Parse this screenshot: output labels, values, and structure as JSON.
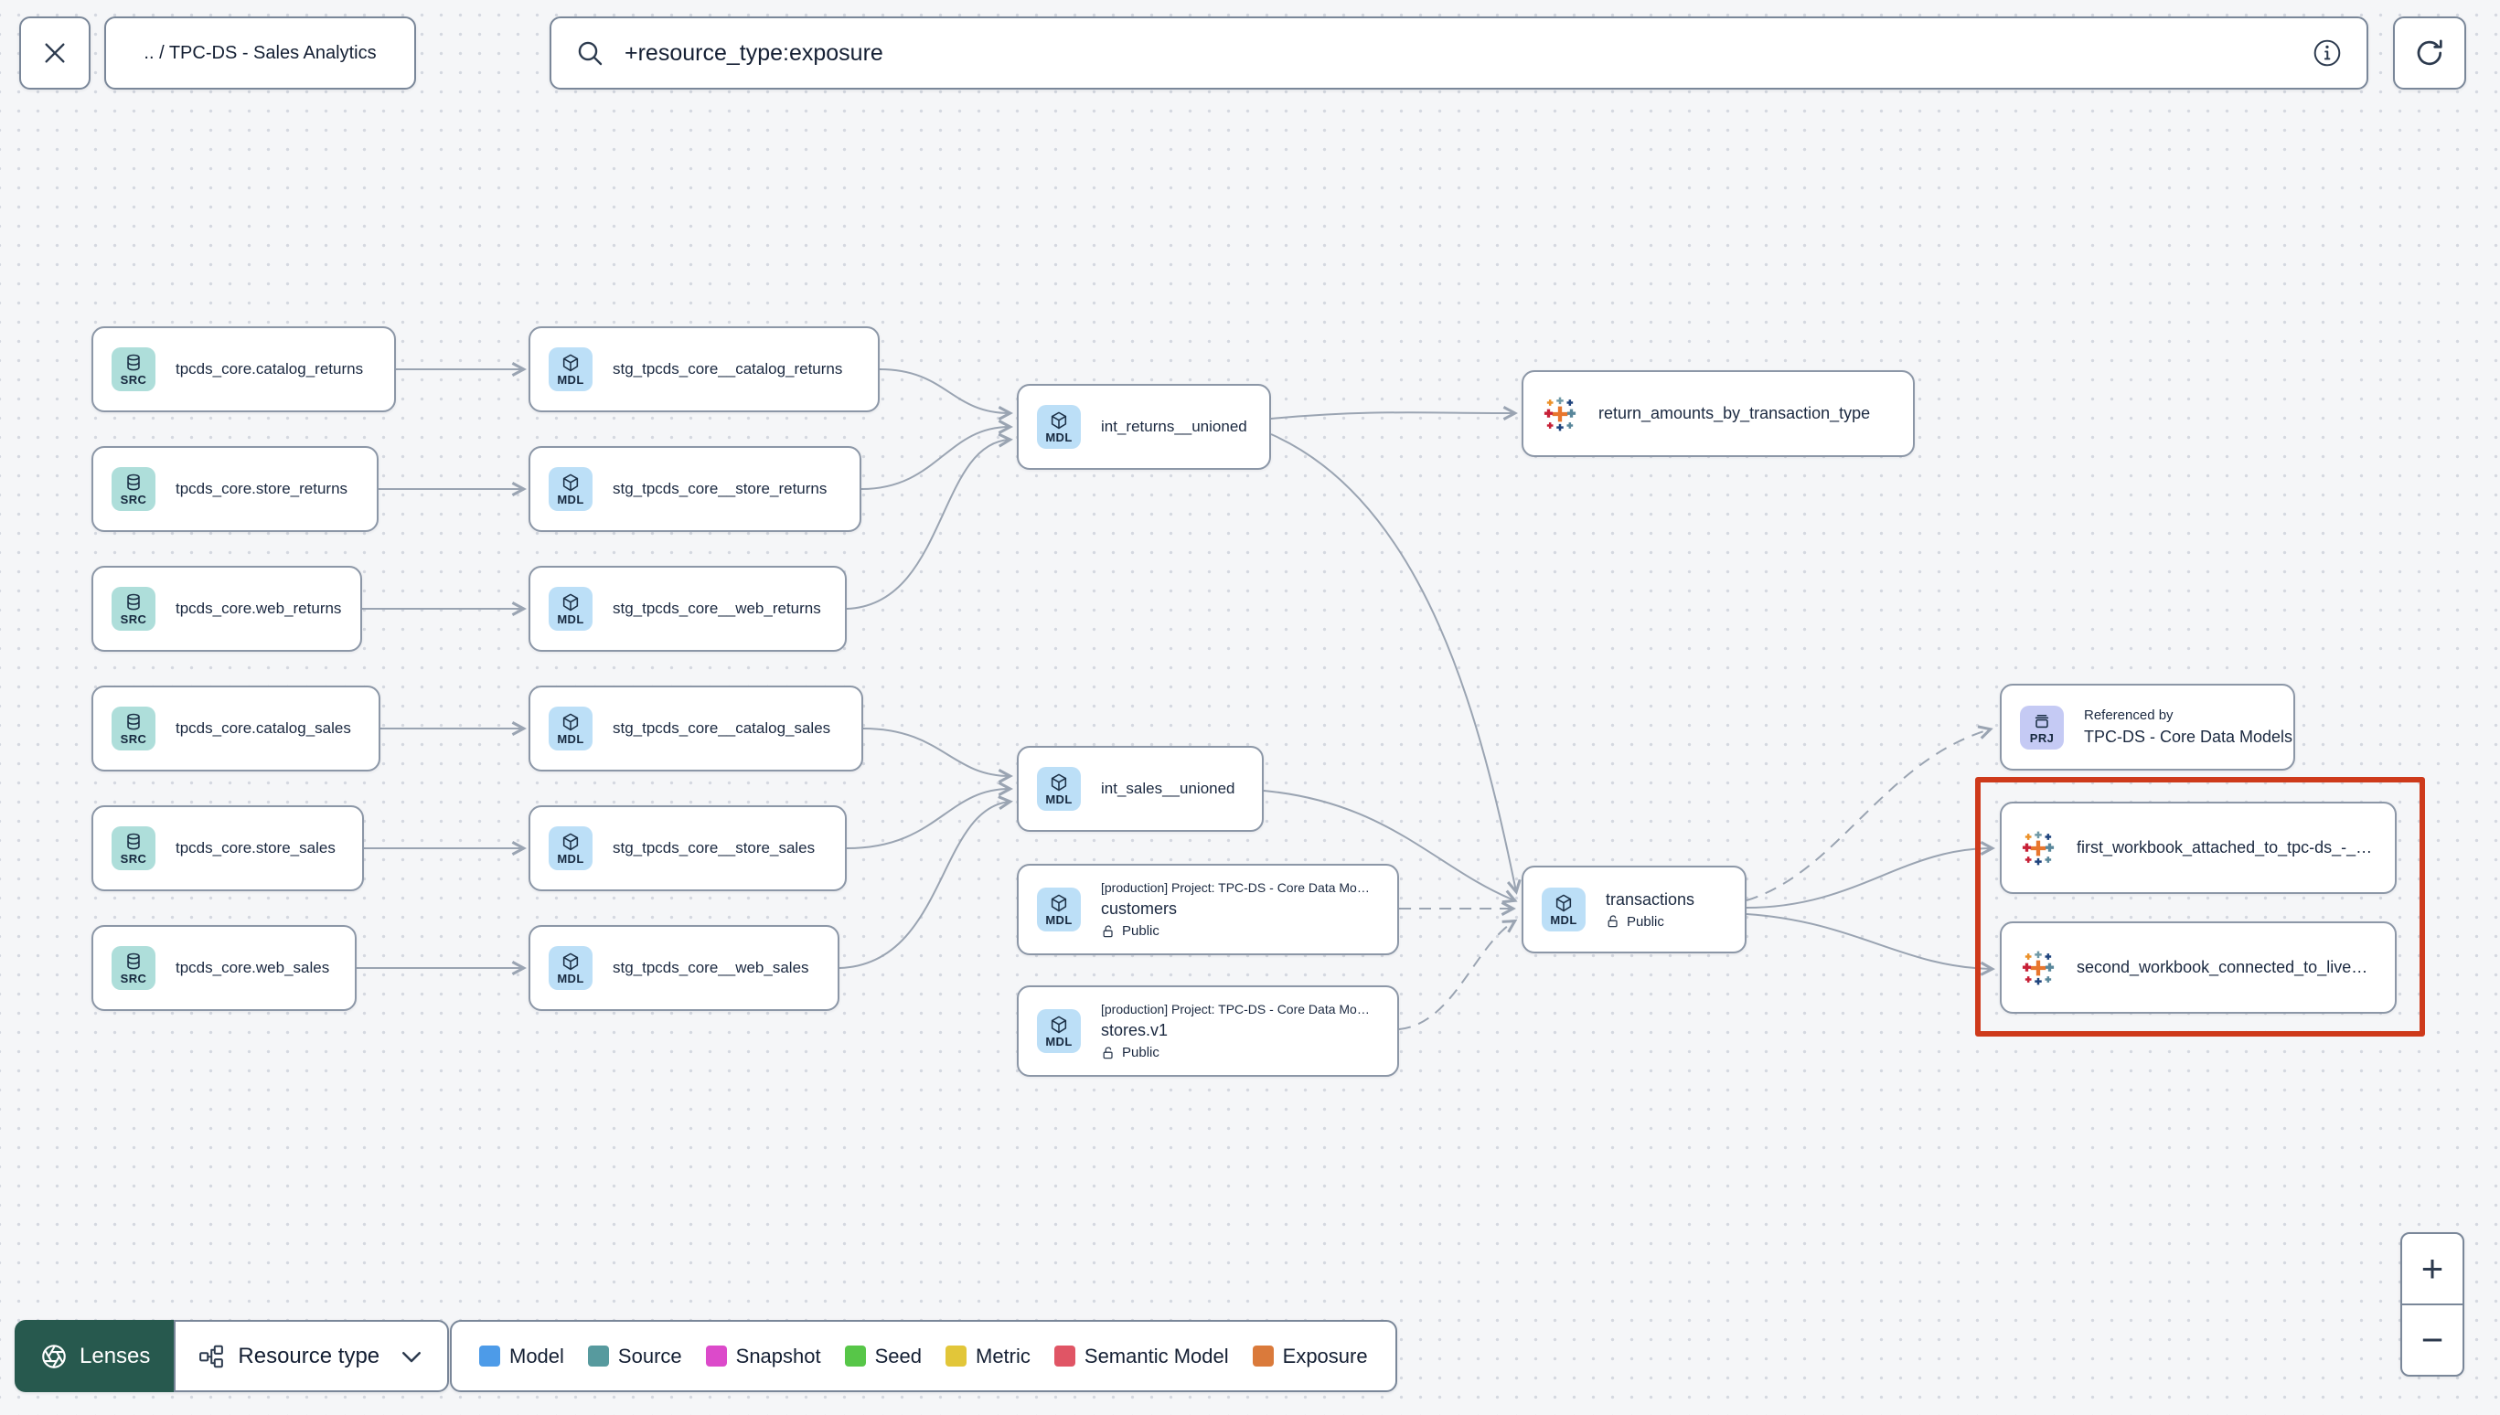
{
  "header": {
    "close": "×",
    "breadcrumb": ".. / TPC-DS - Sales Analytics",
    "search_value": "+resource_type:exposure"
  },
  "nodes": {
    "src_catalog_returns": {
      "badge": "SRC",
      "label": "tpcds_core.catalog_returns"
    },
    "src_store_returns": {
      "badge": "SRC",
      "label": "tpcds_core.store_returns"
    },
    "src_web_returns": {
      "badge": "SRC",
      "label": "tpcds_core.web_returns"
    },
    "src_catalog_sales": {
      "badge": "SRC",
      "label": "tpcds_core.catalog_sales"
    },
    "src_store_sales": {
      "badge": "SRC",
      "label": "tpcds_core.store_sales"
    },
    "src_web_sales": {
      "badge": "SRC",
      "label": "tpcds_core.web_sales"
    },
    "stg_catalog_returns": {
      "badge": "MDL",
      "label": "stg_tpcds_core__catalog_returns"
    },
    "stg_store_returns": {
      "badge": "MDL",
      "label": "stg_tpcds_core__store_returns"
    },
    "stg_web_returns": {
      "badge": "MDL",
      "label": "stg_tpcds_core__web_returns"
    },
    "stg_catalog_sales": {
      "badge": "MDL",
      "label": "stg_tpcds_core__catalog_sales"
    },
    "stg_store_sales": {
      "badge": "MDL",
      "label": "stg_tpcds_core__store_sales"
    },
    "stg_web_sales": {
      "badge": "MDL",
      "label": "stg_tpcds_core__web_sales"
    },
    "int_returns": {
      "badge": "MDL",
      "label": "int_returns__unioned"
    },
    "int_sales": {
      "badge": "MDL",
      "label": "int_sales__unioned"
    },
    "customers": {
      "badge": "MDL",
      "project": "[production] Project: TPC-DS - Core Data Mo…",
      "label": "customers",
      "access": "Public"
    },
    "stores": {
      "badge": "MDL",
      "project": "[production] Project: TPC-DS - Core Data Mo…",
      "label": "stores.v1",
      "access": "Public"
    },
    "transactions": {
      "badge": "MDL",
      "label": "transactions",
      "access": "Public"
    },
    "exposure_returns": {
      "label": "return_amounts_by_transaction_type"
    },
    "referenced_by": {
      "badge": "PRJ",
      "title": "Referenced by",
      "label": "TPC-DS - Core Data Models"
    },
    "exposure_first": {
      "label": "first_workbook_attached_to_tpc-ds_-_…"
    },
    "exposure_second": {
      "label": "second_workbook_connected_to_live…"
    }
  },
  "toolbar": {
    "lenses": "Lenses",
    "resource_type": "Resource type"
  },
  "legend": {
    "items": [
      {
        "label": "Model",
        "color": "#4D9BE8"
      },
      {
        "label": "Source",
        "color": "#579A9E"
      },
      {
        "label": "Snapshot",
        "color": "#DC4ACA"
      },
      {
        "label": "Seed",
        "color": "#57C648"
      },
      {
        "label": "Metric",
        "color": "#E2C639"
      },
      {
        "label": "Semantic Model",
        "color": "#E05565"
      },
      {
        "label": "Exposure",
        "color": "#DA7A3B"
      }
    ]
  },
  "zoom_controls": {
    "zoom_in": "+",
    "zoom_out": "−"
  },
  "colors": {
    "highlight": "#CE3A1B"
  }
}
